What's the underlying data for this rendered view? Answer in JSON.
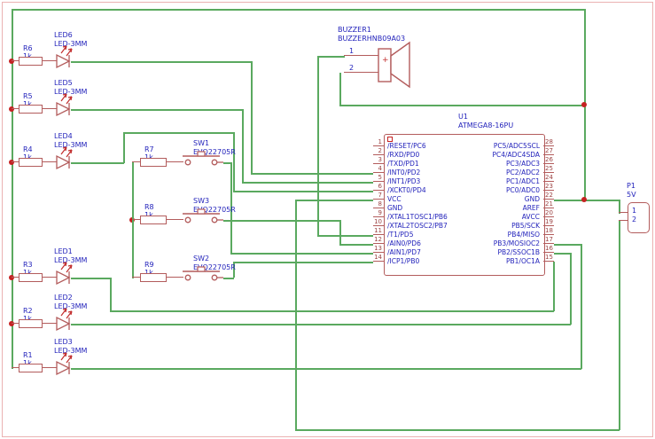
{
  "colors": {
    "wire": "#5aa95f",
    "symbol": "#b35c5c",
    "pin_number": "#9c4343",
    "label": "#2323bb",
    "junction": "#c52222"
  },
  "led_rows": [
    {
      "r": "R6",
      "rv": "1k",
      "led": "LED6",
      "model": "LED-3MM"
    },
    {
      "r": "R5",
      "rv": "1k",
      "led": "LED5",
      "model": "LED-3MM"
    },
    {
      "r": "R4",
      "rv": "1k",
      "led": "LED4",
      "model": "LED-3MM"
    },
    {
      "r": "R3",
      "rv": "1k",
      "led": "LED1",
      "model": "LED-3MM"
    },
    {
      "r": "R2",
      "rv": "1k",
      "led": "LED2",
      "model": "LED-3MM"
    },
    {
      "r": "R1",
      "rv": "1k",
      "led": "LED3",
      "model": "LED-3MM"
    }
  ],
  "switch_rows": [
    {
      "r": "R7",
      "rv": "1k",
      "sw": "SW1",
      "model": "EVQ22705R"
    },
    {
      "r": "R8",
      "rv": "1k",
      "sw": "SW3",
      "model": "EVQ22705R"
    },
    {
      "r": "R9",
      "rv": "1k",
      "sw": "SW2",
      "model": "EVQ22705R"
    }
  ],
  "buzzer": {
    "ref": "BUZZER1",
    "model": "BUZZERHNB09A03",
    "pin1": "1",
    "pin2": "2",
    "polarity": "+"
  },
  "connector": {
    "ref": "P1",
    "value": "5V",
    "pin1": "1",
    "pin2": "2"
  },
  "ic": {
    "ref": "U1",
    "part": "ATMEGA8-16PU",
    "left_pins": [
      {
        "num": "1",
        "name": "/RESET/PC6"
      },
      {
        "num": "2",
        "name": "/RXD/PD0"
      },
      {
        "num": "3",
        "name": "/TXD/PD1"
      },
      {
        "num": "4",
        "name": "/INT0/PD2"
      },
      {
        "num": "5",
        "name": "/INT1/PD3"
      },
      {
        "num": "6",
        "name": "/XCKT0/PD4"
      },
      {
        "num": "7",
        "name": "VCC"
      },
      {
        "num": "8",
        "name": "GND"
      },
      {
        "num": "9",
        "name": "/XTAL1TOSC1/PB6"
      },
      {
        "num": "10",
        "name": "/XTAL2TOSC2/PB7"
      },
      {
        "num": "11",
        "name": "/T1/PD5"
      },
      {
        "num": "12",
        "name": "/AIN0/PD6"
      },
      {
        "num": "13",
        "name": "/AIN1/PD7"
      },
      {
        "num": "14",
        "name": "/ICP1/PB0"
      }
    ],
    "right_pins": [
      {
        "num": "28",
        "name": "PC5/ADC5SCL"
      },
      {
        "num": "27",
        "name": "PC4/ADC4SDA"
      },
      {
        "num": "26",
        "name": "PC3/ADC3"
      },
      {
        "num": "25",
        "name": "PC2/ADC2"
      },
      {
        "num": "24",
        "name": "PC1/ADC1"
      },
      {
        "num": "23",
        "name": "PC0/ADC0"
      },
      {
        "num": "22",
        "name": "GND"
      },
      {
        "num": "21",
        "name": "AREF"
      },
      {
        "num": "20",
        "name": "AVCC"
      },
      {
        "num": "19",
        "name": "PB5/SCK"
      },
      {
        "num": "18",
        "name": "PB4/MISO"
      },
      {
        "num": "17",
        "name": "PB3/MOSIOC2"
      },
      {
        "num": "16",
        "name": "PB2/SSOC1B"
      },
      {
        "num": "15",
        "name": "PB1/OC1A"
      }
    ]
  }
}
